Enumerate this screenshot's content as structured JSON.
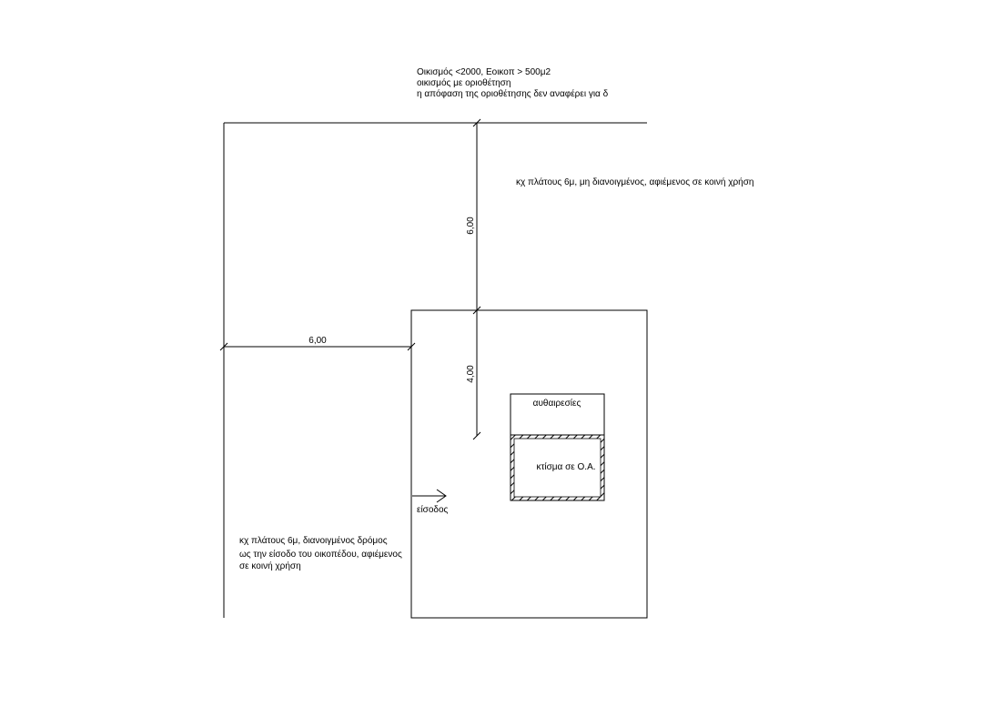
{
  "settlement_note": {
    "line1": "Οικισμός <2000, Εοικοπ > 500μ2",
    "line2": "οικισμός με οριοθέτηση",
    "line3": "η απόφαση της οριοθέτησης δεν αναφέρει για δ"
  },
  "north_road_label": "κχ πλάτους 6μ, μη διανοιγμένος, αφιέμενος σε κοινή χρήση",
  "west_road_label": {
    "line1": "κχ πλάτους 6μ, διανοιγμένος δρόμος",
    "line2": "ως την είσοδο του οικοπέδου, αφιέμενος",
    "line3": "σε κοινή χρήση"
  },
  "dimensions": {
    "north_offset": "6,00",
    "west_offset": "6,00",
    "setback": "4,00"
  },
  "entrance_label": "είσοδος",
  "unauthorized_label": "αυθαιρεσίες",
  "building_label": "κτίσμα σε Ο.Α."
}
